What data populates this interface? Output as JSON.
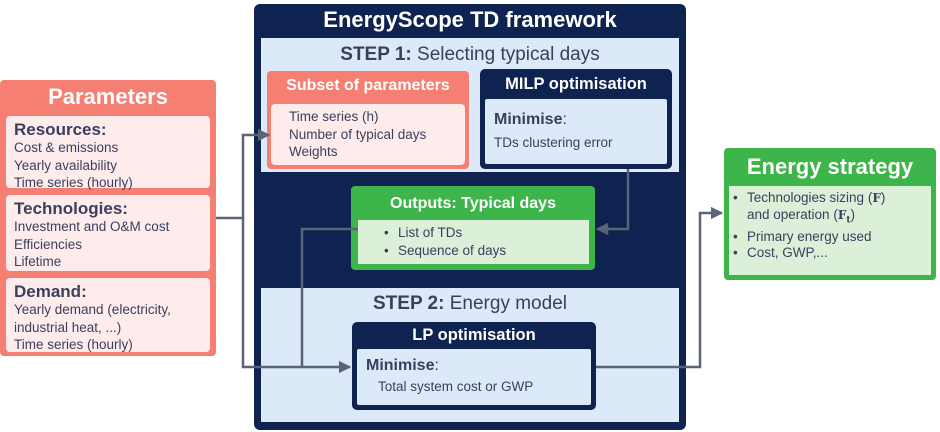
{
  "parameters": {
    "title": "Parameters",
    "groups": [
      {
        "heading": "Resources:",
        "lines": [
          "Cost & emissions",
          "Yearly availability",
          "Time series (hourly)"
        ]
      },
      {
        "heading": "Technologies:",
        "lines": [
          "Investment and O&M cost",
          "Efficiencies",
          "Lifetime"
        ]
      },
      {
        "heading": "Demand:",
        "lines": [
          "Yearly demand (electricity,",
          "industrial heat, ...)",
          "Time series (hourly)"
        ]
      }
    ]
  },
  "framework": {
    "title": "EnergyScope TD framework",
    "step1": {
      "label": "STEP 1:",
      "title": "Selecting typical days"
    },
    "subset": {
      "title": "Subset of parameters",
      "lines": [
        "Time series (h)",
        "Number of typical days",
        "Weights"
      ]
    },
    "milp": {
      "title": "MILP optimisation",
      "minimise": "Minimise",
      "colon": ":",
      "text": "TDs clustering error"
    },
    "outputs": {
      "title": "Outputs: Typical days",
      "items": [
        "List of TDs",
        "Sequence of days"
      ]
    },
    "step2": {
      "label": "STEP 2:",
      "title": "Energy model"
    },
    "lp": {
      "title": "LP optimisation",
      "minimise": "Minimise",
      "colon": ":",
      "text": "Total system cost or GWP"
    }
  },
  "strategy": {
    "title": "Energy strategy",
    "item1_a": "Technologies sizing (",
    "item1_sym": "F",
    "item1_b": ")",
    "item1_c": "and operation (",
    "item1_sym2": "F",
    "item1_sub2": "t",
    "item1_d": ")",
    "items": [
      "Primary energy used",
      "Cost, GWP,..."
    ]
  },
  "colors": {
    "navy": "#0f2350",
    "salmon": "#f47f72",
    "green": "#3db54a",
    "light_blue": "#dce9f8",
    "arrow": "#5a6478"
  }
}
